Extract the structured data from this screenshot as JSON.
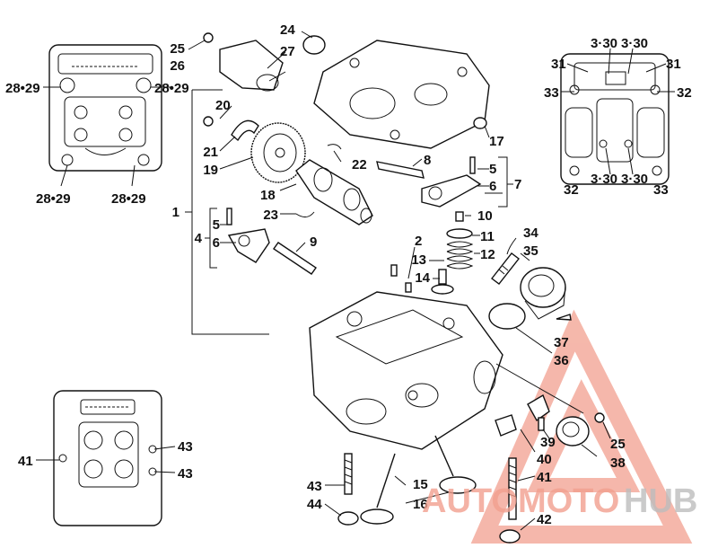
{
  "callouts": {
    "c1": "1",
    "c2": "2",
    "c4": "4",
    "c5a": "5",
    "c5b": "5",
    "c6a": "6",
    "c6b": "6",
    "c7": "7",
    "c8": "8",
    "c9": "9",
    "c10": "10",
    "c11": "11",
    "c12": "12",
    "c13": "13",
    "c14": "14",
    "c15": "15",
    "c16": "16",
    "c17": "17",
    "c18": "18",
    "c19": "19",
    "c20": "20",
    "c21": "21",
    "c22": "22",
    "c23": "23",
    "c24": "24",
    "c25a": "25",
    "c25b": "25",
    "c26": "26",
    "c27": "27",
    "c2829a": "28•29",
    "c2829b": "28•29",
    "c2829c": "28•29",
    "c2829d": "28•29",
    "c31a": "31",
    "c31b": "31",
    "c32a": "32",
    "c32b": "32",
    "c33a": "33",
    "c33b": "33",
    "c330a": "3·30",
    "c330b": "3·30",
    "c330c": "3·30",
    "c330d": "3·30",
    "c34": "34",
    "c35": "35",
    "c36": "36",
    "c37": "37",
    "c38": "38",
    "c39": "39",
    "c40": "40",
    "c41a": "41",
    "c41b": "41",
    "c42": "42",
    "c43a": "43",
    "c43b": "43",
    "c43c": "43",
    "c44": "44"
  },
  "watermark": {
    "part1": "AUTOMOTO",
    "part2": "HUB",
    "color_primary": "#f2a08f",
    "color_secondary": "#bdbdbd"
  }
}
